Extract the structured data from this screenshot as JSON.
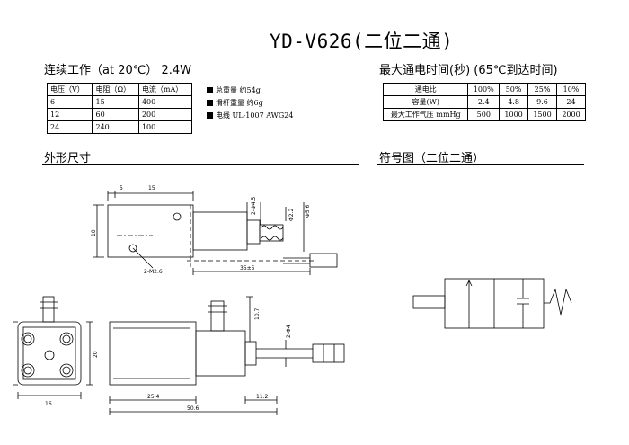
{
  "title": "YD-V626(二位二通)",
  "left_section": {
    "heading": "连续工作（at 20℃） 2.4W",
    "table": {
      "headers": [
        "电压（V）",
        "电阻（Ω）",
        "电流（mA）"
      ],
      "rows": [
        [
          "6",
          "15",
          "400"
        ],
        [
          "12",
          "60",
          "200"
        ],
        [
          "24",
          "240",
          "100"
        ]
      ]
    },
    "features": [
      "总重量    约54g",
      "滑杆重量    约6g",
      "电线  UL-1007 AWG24"
    ]
  },
  "right_section": {
    "heading": "最大通电时间(秒) (65℃到达时间)",
    "table": {
      "rows": [
        [
          "通电比",
          "100%",
          "50%",
          "25%",
          "10%"
        ],
        [
          "容量(W)",
          "2.4",
          "4.8",
          "9.6",
          "24"
        ],
        [
          "最大工作气压 mmHg",
          "500",
          "1000",
          "1500",
          "2000"
        ]
      ]
    }
  },
  "dims_heading": "外形尺寸",
  "symbol_heading": "符号图（二位二通）",
  "dims": {
    "top_view": {
      "d5": "5",
      "d15": "15",
      "d10": "10",
      "d2phi45": "2-Φ4.5",
      "dphi22": "Φ2.2",
      "dphi56": "Φ5.6",
      "dm26": "2-M2.6",
      "d35": "35±5"
    },
    "side_view": {
      "d20": "20",
      "d16": "16",
      "d107": "10.7",
      "d2phi4": "2-Φ4",
      "d254": "25.4",
      "d112": "11.2",
      "d506": "50.6"
    }
  }
}
